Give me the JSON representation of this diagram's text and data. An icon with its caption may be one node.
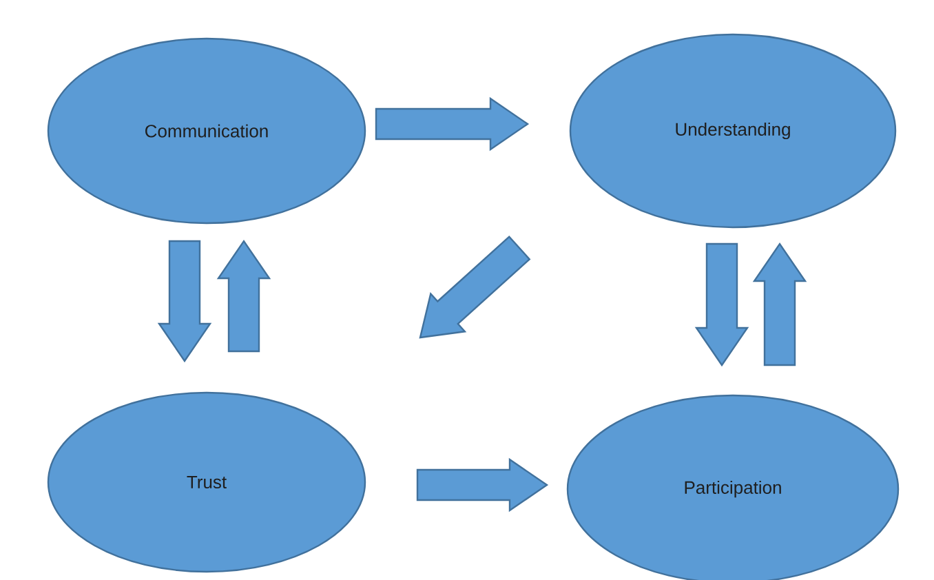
{
  "diagram": {
    "nodes": [
      {
        "text": [
          "Communication"
        ]
      },
      {
        "text": [
          "Understanding"
        ]
      },
      {
        "text": [
          "Trust"
        ]
      },
      {
        "text": [
          "Participation"
        ]
      }
    ],
    "edges": [
      {
        "from": 0,
        "to": 1,
        "arrow": "to"
      },
      {
        "from": 0,
        "to": 2,
        "arrow": "to"
      },
      {
        "from": 2,
        "to": 0,
        "arrow": "to"
      },
      {
        "from": 1,
        "to": 2,
        "arrow": "to"
      },
      {
        "from": 1,
        "to": 3,
        "arrow": "to"
      },
      {
        "from": 3,
        "to": 1,
        "arrow": "to"
      },
      {
        "from": 2,
        "to": 3,
        "arrow": "to"
      }
    ]
  }
}
